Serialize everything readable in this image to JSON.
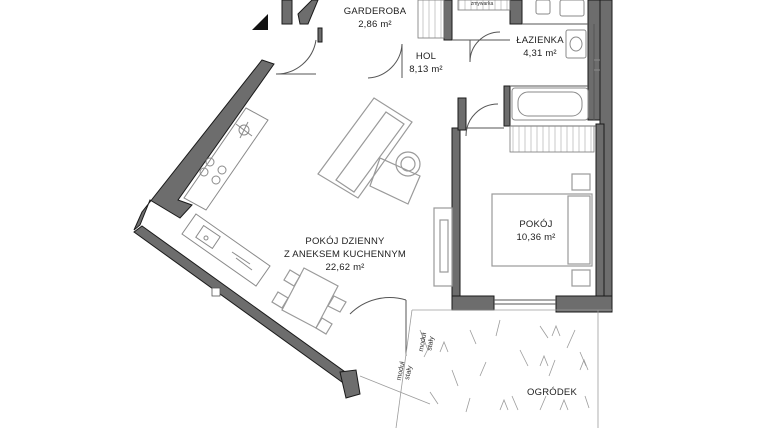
{
  "rooms": {
    "garderoba": {
      "name": "GARDEROBA",
      "area": "2,86 m²"
    },
    "hol": {
      "name": "HOL",
      "area": "8,13 m²"
    },
    "lazienka": {
      "name": "ŁAZIENKA",
      "area": "4,31 m²"
    },
    "pokoj": {
      "name": "POKÓJ",
      "area": "10,36 m²"
    },
    "pokoj_dzienny": {
      "name_line1": "POKÓJ DZIENNY",
      "name_line2": "Z ANEKSEM KUCHENNYM",
      "area": "22,62 m²"
    },
    "ogrodek": {
      "name": "OGRÓDEK"
    }
  },
  "annotations": {
    "modul_1": {
      "line1": "moduł",
      "line2": "stały"
    },
    "modul_2": {
      "line1": "moduł",
      "line2": "stały"
    },
    "zmywarka_label": "zmywarka"
  },
  "colors": {
    "wall": "#6d6d6d",
    "wall_outline": "#1a1a1a",
    "furniture": "#9a9a9a",
    "fine_line": "#7a7a7a",
    "hatch": "#c8c8c8",
    "north_arrow": "#111111"
  }
}
